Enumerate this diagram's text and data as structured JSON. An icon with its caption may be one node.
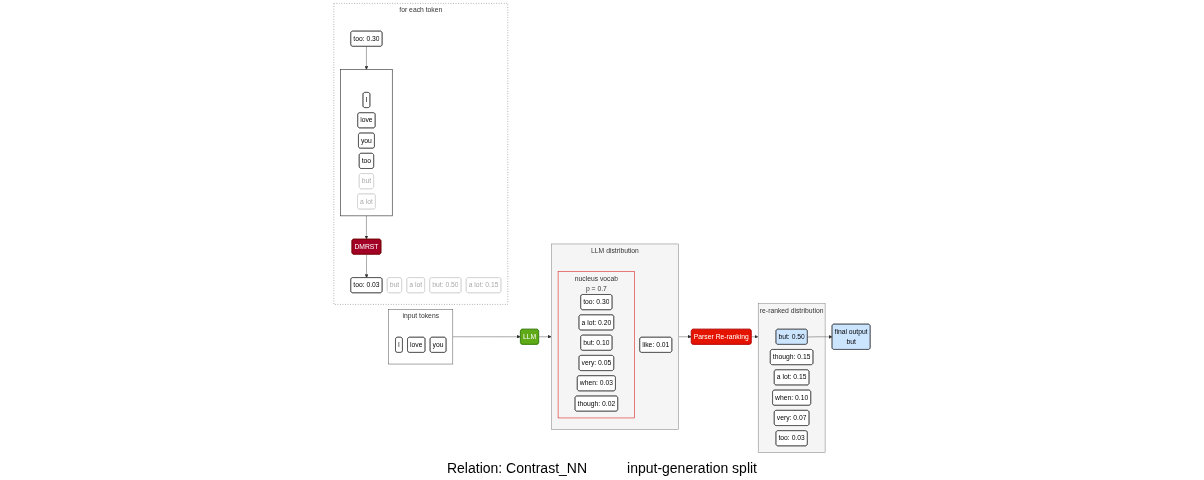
{
  "diagram": {
    "nodes": [
      {
        "text": [
          "input tokens"
        ]
      },
      {
        "text": [
          "I"
        ],
        "in": 0
      },
      {
        "text": [
          "love"
        ],
        "in": 0
      },
      {
        "text": [
          "you"
        ],
        "in": 0
      },
      {
        "text": [
          "LLM"
        ]
      },
      {
        "text": [
          "LLM distribution"
        ]
      },
      {
        "text": [
          "nucleus vocab",
          "p = 0.7"
        ],
        "in": 5
      },
      {
        "text": [
          "too: 0.30"
        ],
        "in": 6
      },
      {
        "text": [
          "a lot: 0.20"
        ],
        "in": 6
      },
      {
        "text": [
          "but: 0.10"
        ],
        "in": 6
      },
      {
        "text": [
          "very: 0.05"
        ],
        "in": 6
      },
      {
        "text": [
          "when: 0.03"
        ],
        "in": 6
      },
      {
        "text": [
          "though: 0.02"
        ],
        "in": 6
      },
      {
        "text": [
          "like: 0.01"
        ],
        "in": 5
      },
      {
        "text": [
          "Parser Re-ranking"
        ]
      },
      {
        "text": [
          "re-ranked distribution"
        ]
      },
      {
        "text": [
          "but: 0.50"
        ],
        "in": 15
      },
      {
        "text": [
          "though: 0.15"
        ],
        "in": 15
      },
      {
        "text": [
          "a lot: 0.15"
        ],
        "in": 15
      },
      {
        "text": [
          "when: 0.10"
        ],
        "in": 15
      },
      {
        "text": [
          "very: 0.07"
        ],
        "in": 15
      },
      {
        "text": [
          "too: 0.03"
        ],
        "in": 15
      },
      {
        "text": [
          "final output",
          "but"
        ]
      },
      {
        "text": [
          "for each token"
        ]
      },
      {
        "text": [
          "but"
        ],
        "in": 23
      },
      {
        "text": [
          "a lot"
        ],
        "in": 23
      },
      {
        "text": [
          "too: 0.30"
        ],
        "in": 23
      },
      {
        "text": [],
        "shape": "box",
        "in": 23
      },
      {
        "text": [
          "I"
        ],
        "in": 27
      },
      {
        "text": [
          "love"
        ],
        "in": 27
      },
      {
        "text": [
          "you"
        ],
        "in": 27
      },
      {
        "text": [
          "too"
        ],
        "in": 27
      },
      {
        "text": [
          "but"
        ],
        "in": 27
      },
      {
        "text": [
          "a lot"
        ],
        "in": 27
      },
      {
        "text": [
          "DMRST"
        ],
        "in": 23
      },
      {
        "text": [
          "but: 0.50"
        ],
        "in": 23
      },
      {
        "text": [
          "a lot: 0.15"
        ],
        "in": 23
      },
      {
        "text": [
          "too: 0.03"
        ],
        "in": 23
      }
    ],
    "edges": [
      {
        "from": 0,
        "to": 4,
        "arrow": "to"
      },
      {
        "from": 4,
        "to": 5,
        "arrow": "to"
      },
      {
        "from": 5,
        "to": 14,
        "arrow": "to"
      },
      {
        "from": 14,
        "to": 15,
        "arrow": "to"
      },
      {
        "from": 16,
        "to": 22,
        "arrow": "to"
      },
      {
        "from": 26,
        "to": 27,
        "arrow": "to"
      },
      {
        "from": 27,
        "to": 34,
        "arrow": "to"
      },
      {
        "from": 34,
        "to": 37,
        "arrow": "to"
      }
    ],
    "labels": [
      "Relation: Contrast_NN",
      "input-generation split"
    ]
  }
}
